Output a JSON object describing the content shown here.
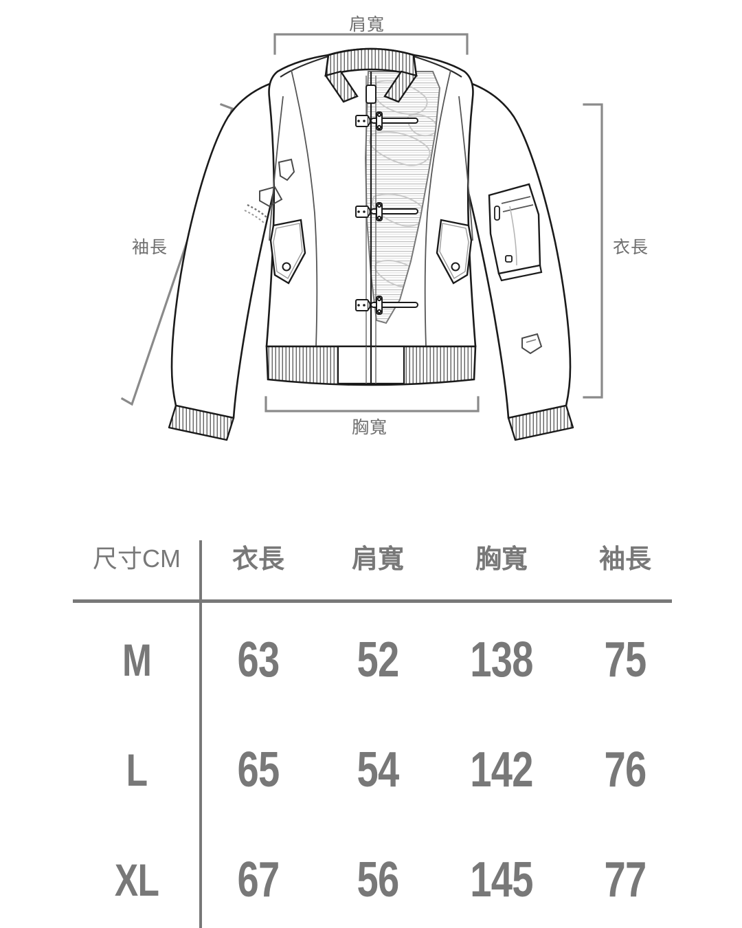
{
  "diagram": {
    "product": "bomber-jacket-technical-flat",
    "labels": {
      "shoulder_width": "肩寬",
      "sleeve_length": "袖長",
      "garment_length": "衣長",
      "chest_width": "胸寬"
    },
    "line_color": "#6f6f6f",
    "ink_color": "#1a1a1a"
  },
  "table": {
    "rule_color": "#787878",
    "text_color": "#787878",
    "headers": [
      "尺寸CM",
      "衣長",
      "肩寬",
      "胸寬",
      "袖長"
    ],
    "rows": [
      {
        "size": "M",
        "values": [
          "63",
          "52",
          "138",
          "75"
        ]
      },
      {
        "size": "L",
        "values": [
          "65",
          "54",
          "142",
          "76"
        ]
      },
      {
        "size": "XL",
        "values": [
          "67",
          "56",
          "145",
          "77"
        ]
      }
    ]
  },
  "chart_data": {
    "type": "table",
    "title": "尺寸CM",
    "categories": [
      "M",
      "L",
      "XL"
    ],
    "columns": [
      "衣長",
      "肩寬",
      "胸寬",
      "袖長"
    ],
    "series": [
      {
        "name": "衣長",
        "values": [
          63,
          65,
          67
        ]
      },
      {
        "name": "肩寬",
        "values": [
          52,
          54,
          56
        ]
      },
      {
        "name": "胸寬",
        "values": [
          138,
          142,
          145
        ]
      },
      {
        "name": "袖長",
        "values": [
          75,
          76,
          77
        ]
      }
    ],
    "unit": "CM"
  }
}
